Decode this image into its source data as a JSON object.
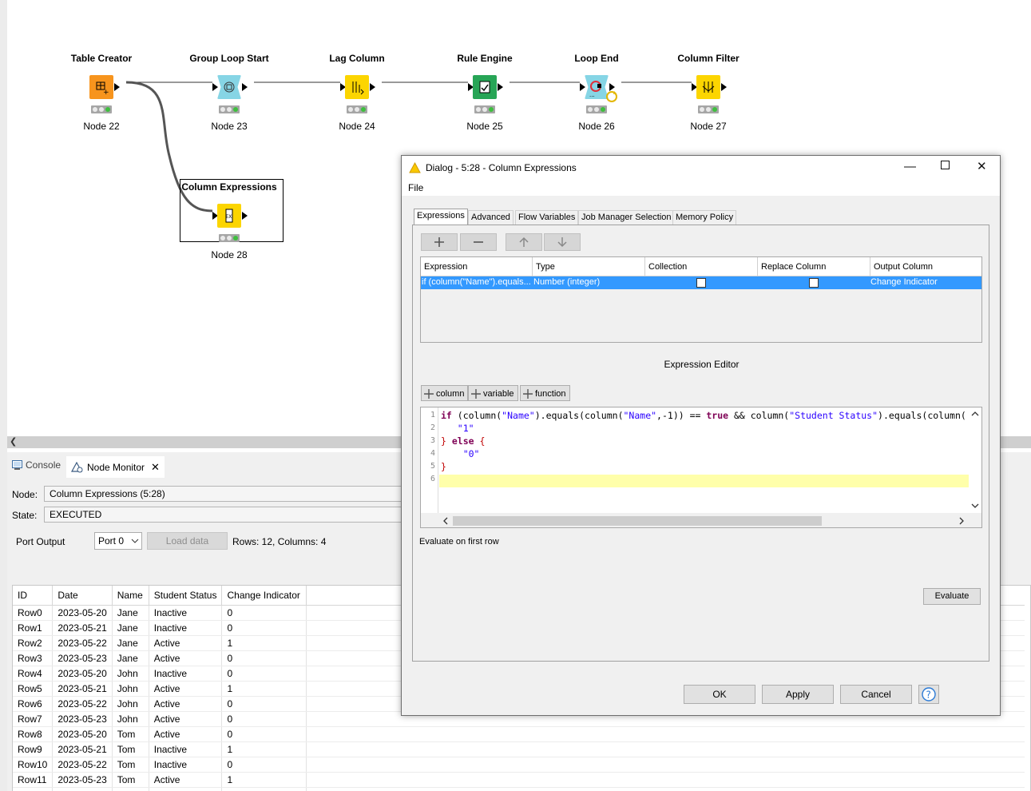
{
  "workflow": {
    "nodes": [
      {
        "title": "Table Creator",
        "label": "Node 22",
        "color": "#f7941d"
      },
      {
        "title": "Group Loop Start",
        "label": "Node 23",
        "color": "#86d5e5"
      },
      {
        "title": "Lag Column",
        "label": "Node 24",
        "color": "#fcd500"
      },
      {
        "title": "Rule Engine",
        "label": "Node 25",
        "color": "#27a556"
      },
      {
        "title": "Loop End",
        "label": "Node 26",
        "color": "#86d5e5"
      },
      {
        "title": "Column Filter",
        "label": "Node 27",
        "color": "#fcd500"
      },
      {
        "title": "Column Expressions",
        "label": "Node 28",
        "color": "#fcd500"
      }
    ]
  },
  "bottom_panel": {
    "tabs": [
      {
        "label": "Console"
      },
      {
        "label": "Node Monitor"
      }
    ],
    "node_label": "Node:",
    "node_value": "Column Expressions  (5:28)",
    "state_label": "State:",
    "state_value": "EXECUTED",
    "port_output_label": "Port Output",
    "port_select": "Port 0",
    "load_data": "Load data",
    "rows_cols": "Rows: 12, Columns: 4",
    "table": {
      "headers": [
        "ID",
        "Date",
        "Name",
        "Student Status",
        "Change Indicator"
      ],
      "rows": [
        [
          "Row0",
          "2023-05-20",
          "Jane",
          "Inactive",
          "0"
        ],
        [
          "Row1",
          "2023-05-21",
          "Jane",
          "Inactive",
          "0"
        ],
        [
          "Row2",
          "2023-05-22",
          "Jane",
          "Active",
          "1"
        ],
        [
          "Row3",
          "2023-05-23",
          "Jane",
          "Active",
          "0"
        ],
        [
          "Row4",
          "2023-05-20",
          "John",
          "Inactive",
          "0"
        ],
        [
          "Row5",
          "2023-05-21",
          "John",
          "Active",
          "1"
        ],
        [
          "Row6",
          "2023-05-22",
          "John",
          "Active",
          "0"
        ],
        [
          "Row7",
          "2023-05-23",
          "John",
          "Active",
          "0"
        ],
        [
          "Row8",
          "2023-05-20",
          "Tom",
          "Active",
          "0"
        ],
        [
          "Row9",
          "2023-05-21",
          "Tom",
          "Inactive",
          "1"
        ],
        [
          "Row10",
          "2023-05-22",
          "Tom",
          "Inactive",
          "0"
        ],
        [
          "Row11",
          "2023-05-23",
          "Tom",
          "Active",
          "1"
        ]
      ]
    }
  },
  "dialog": {
    "title": "Dialog - 5:28 - Column Expressions",
    "menu_file": "File",
    "tabs": [
      {
        "label": "Expressions"
      },
      {
        "label": "Advanced"
      },
      {
        "label": "Flow Variables"
      },
      {
        "label": "Job Manager Selection"
      },
      {
        "label": "Memory Policy"
      }
    ],
    "expr_table": {
      "headers": [
        "Expression",
        "Type",
        "Collection",
        "Replace Column",
        "Output Column"
      ],
      "row": {
        "expression": "if (column(\"Name\").equals...",
        "type": "Number (integer)",
        "collection": false,
        "replace_column": false,
        "output_column": "Change Indicator"
      }
    },
    "editor_title": "Expression Editor",
    "insert_buttons": [
      {
        "label": "column"
      },
      {
        "label": "variable"
      },
      {
        "label": "function"
      }
    ],
    "code_lines": [
      "1",
      "2",
      "3",
      "4",
      "5",
      "6"
    ],
    "evaluate_on_first_row": "Evaluate on first row",
    "evaluate": "Evaluate",
    "ok": "OK",
    "apply": "Apply",
    "cancel": "Cancel",
    "help": "?"
  }
}
